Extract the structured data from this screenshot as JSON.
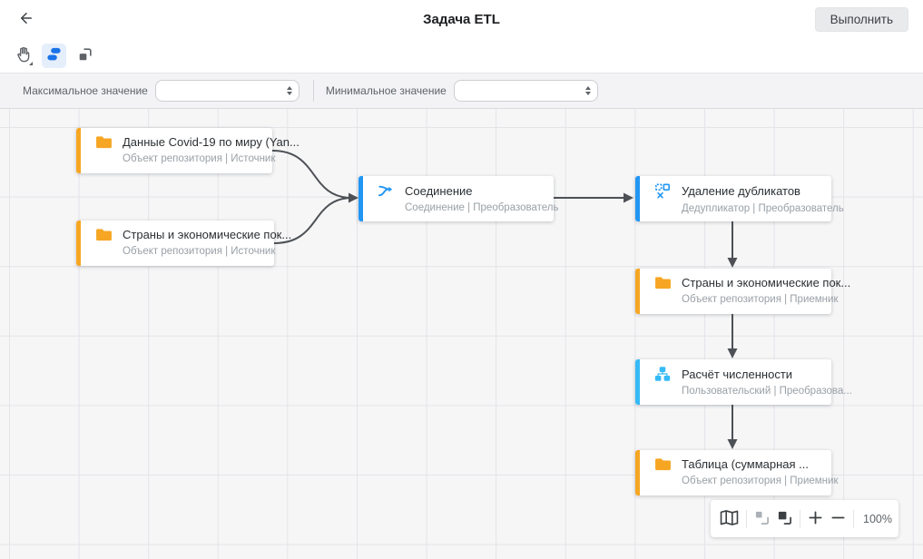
{
  "header": {
    "title": "Задача ETL",
    "run_button_label": "Выполнить",
    "back_icon": "arrow-left-icon"
  },
  "toolbar": {
    "tools": [
      {
        "icon": "hand-pan-icon",
        "active": false
      },
      {
        "icon": "flow-nodes-icon",
        "active": true
      },
      {
        "icon": "fit-view-icon",
        "active": false
      }
    ]
  },
  "filters": {
    "max": {
      "label": "Максимальное значение",
      "value": ""
    },
    "min": {
      "label": "Минимальное значение",
      "value": ""
    }
  },
  "colors": {
    "source_accent": "#F6A623",
    "transform_accent": "#2196F3",
    "custom_accent": "#35BAF6",
    "active_tool": "#1A73E8",
    "edge": "#4D5156"
  },
  "canvas": {
    "nodes": [
      {
        "title": "Данные Covid-19 по миру (Yan...",
        "subtitle": "Объект репозитория | Источник",
        "icon": "folder-icon",
        "accent": "#F6A623"
      },
      {
        "title": "Страны и экономические пок...",
        "subtitle": "Объект репозитория | Источник",
        "icon": "folder-icon",
        "accent": "#F6A623"
      },
      {
        "title": "Соединение",
        "subtitle": "Соединение | Преобразователь",
        "icon": "join-merge-icon",
        "accent": "#2196F3"
      },
      {
        "title": "Удаление дубликатов",
        "subtitle": "Дедупликатор | Преобразователь",
        "icon": "deduplicate-icon",
        "accent": "#2196F3"
      },
      {
        "title": "Страны и экономические пок...",
        "subtitle": "Объект репозитория | Приемник",
        "icon": "folder-icon",
        "accent": "#F6A623"
      },
      {
        "title": "Расчёт численности",
        "subtitle": "Пользовательский | Преобразова...",
        "icon": "sitemap-icon",
        "accent": "#35BAF6"
      },
      {
        "title": "Таблица (суммарная ...",
        "subtitle": "Объект репозитория | Приемник",
        "icon": "folder-icon",
        "accent": "#F6A623"
      }
    ],
    "controls": {
      "icons": [
        "minimap-icon",
        "actual-size-icon",
        "fit-content-icon",
        "zoom-in-icon",
        "zoom-out-icon"
      ],
      "zoom_level": "100%"
    }
  }
}
